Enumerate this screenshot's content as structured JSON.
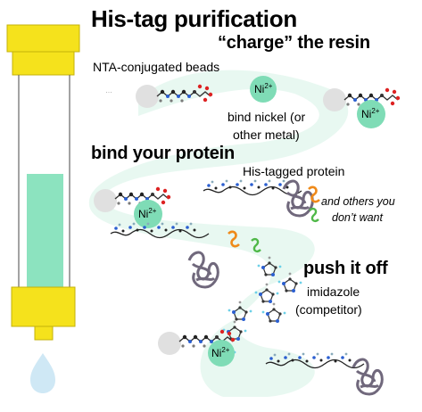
{
  "title": "His-tag purification",
  "steps": [
    {
      "heading": "“charge” the resin"
    },
    {
      "heading": "bind your protein"
    },
    {
      "heading": "push it off"
    }
  ],
  "labels": {
    "nta_beads": "NTA-conjugated beads",
    "bind_nickel_line1": "bind nickel (or",
    "bind_nickel_line2": "other metal)",
    "his_tagged_protein": "His-tagged protein",
    "others_line1": "and others you",
    "others_line2": "don’t want",
    "imidazole_line1": "imidazole",
    "imidazole_line2": "(competitor)"
  },
  "ion": {
    "symbol": "Ni",
    "charge": "2+"
  },
  "colors": {
    "column_cap": "#f5e21c",
    "resin": "#8ce3bf",
    "nickel": "#7fdcb6",
    "flow_trail": "#e6f7ef",
    "bead": "#e0e0e0",
    "protein": "#70687c",
    "unwanted_protein_orange": "#ef8a1a",
    "unwanted_protein_green": "#4fb848",
    "drop": "#cfe8f5"
  }
}
